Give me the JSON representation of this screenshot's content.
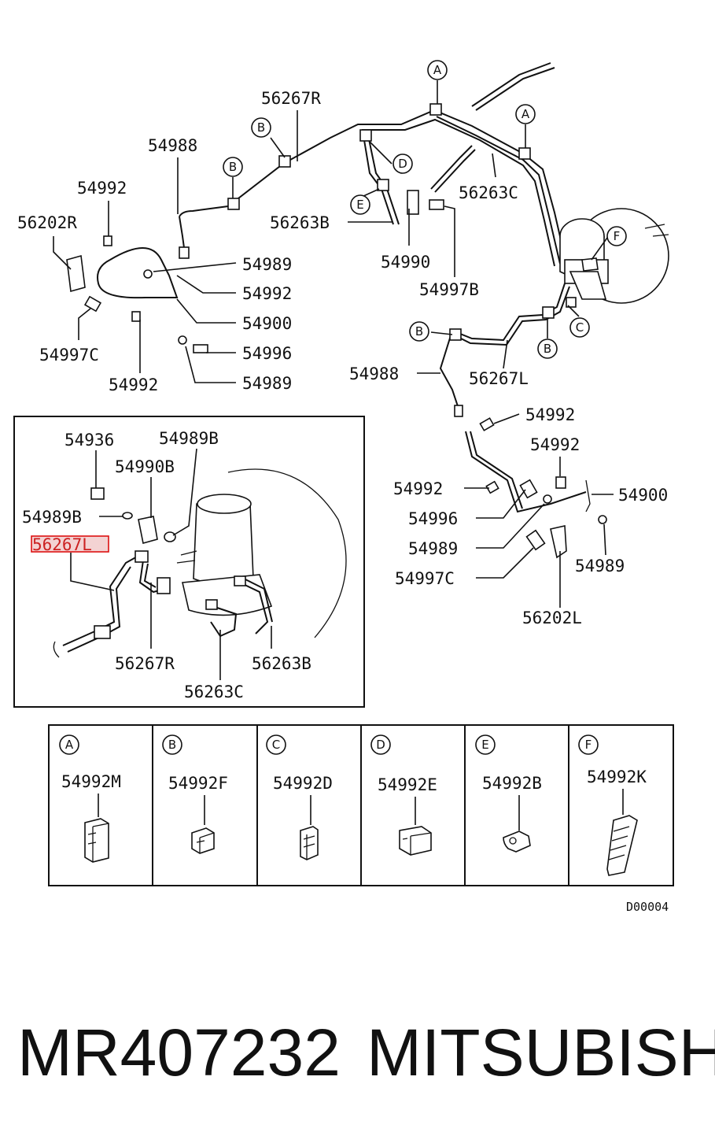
{
  "main_diagram": {
    "labels": [
      {
        "text": "56267R"
      },
      {
        "text": "54988"
      },
      {
        "text": "54992"
      },
      {
        "text": "56202R"
      },
      {
        "text": "56263B"
      },
      {
        "text": "54989"
      },
      {
        "text": "54990"
      },
      {
        "text": "54992"
      },
      {
        "text": "54900"
      },
      {
        "text": "54997B"
      },
      {
        "text": "54996"
      },
      {
        "text": "54997C"
      },
      {
        "text": "54992"
      },
      {
        "text": "54989"
      },
      {
        "text": "56263C"
      },
      {
        "text": "54988"
      },
      {
        "text": "56267L"
      },
      {
        "text": "54992"
      },
      {
        "text": "54992"
      },
      {
        "text": "54992"
      },
      {
        "text": "54900"
      },
      {
        "text": "54996"
      },
      {
        "text": "54989"
      },
      {
        "text": "54989"
      },
      {
        "text": "54997C"
      },
      {
        "text": "56202L"
      }
    ],
    "callouts": [
      {
        "letter": "A"
      },
      {
        "letter": "A"
      },
      {
        "letter": "B"
      },
      {
        "letter": "B"
      },
      {
        "letter": "D"
      },
      {
        "letter": "E"
      },
      {
        "letter": "F"
      },
      {
        "letter": "B"
      },
      {
        "letter": "B"
      },
      {
        "letter": "C"
      }
    ]
  },
  "inset": {
    "labels": [
      {
        "text": "54936"
      },
      {
        "text": "54989B"
      },
      {
        "text": "54990B"
      },
      {
        "text": "54989B"
      },
      {
        "text": "56267L"
      },
      {
        "text": "56267R"
      },
      {
        "text": "56263B"
      },
      {
        "text": "56263C"
      }
    ],
    "highlighted_label": "56267L"
  },
  "clip_table": {
    "cells": [
      {
        "letter": "A",
        "part": "54992M"
      },
      {
        "letter": "B",
        "part": "54992F"
      },
      {
        "letter": "C",
        "part": "54992D"
      },
      {
        "letter": "D",
        "part": "54992E"
      },
      {
        "letter": "E",
        "part": "54992B"
      },
      {
        "letter": "F",
        "part": "54992K"
      }
    ]
  },
  "diagram_code": "D00004",
  "footer": {
    "part_number": "MR407232",
    "brand": "MITSUBISHI"
  }
}
